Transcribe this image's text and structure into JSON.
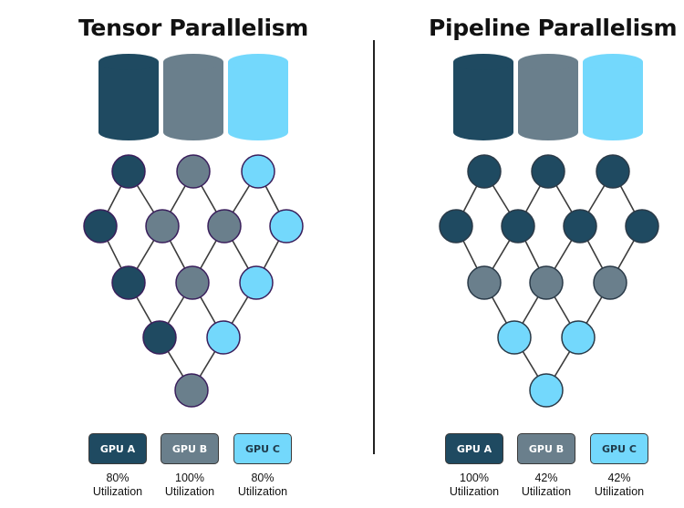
{
  "colors": {
    "dark": "#1f4a61",
    "mid": "#6a7f8c",
    "light": "#73d8fc",
    "node_stroke": "#2a3a48",
    "edge": "#3b3b3b",
    "tensor_stroke": "#3a1f5c"
  },
  "left": {
    "title": "Tensor Parallelism",
    "gpus": [
      {
        "label": "GPU A",
        "value": "80%",
        "caption": "Utilization"
      },
      {
        "label": "GPU B",
        "value": "100%",
        "caption": "Utilization"
      },
      {
        "label": "GPU C",
        "value": "80%",
        "caption": "Utilization"
      }
    ]
  },
  "right": {
    "title": "Pipeline Parallelism",
    "gpus": [
      {
        "label": "GPU A",
        "value": "100%",
        "caption": "Utilization"
      },
      {
        "label": "GPU B",
        "value": "42%",
        "caption": "Utilization"
      },
      {
        "label": "GPU C",
        "value": "42%",
        "caption": "Utilization"
      }
    ]
  }
}
